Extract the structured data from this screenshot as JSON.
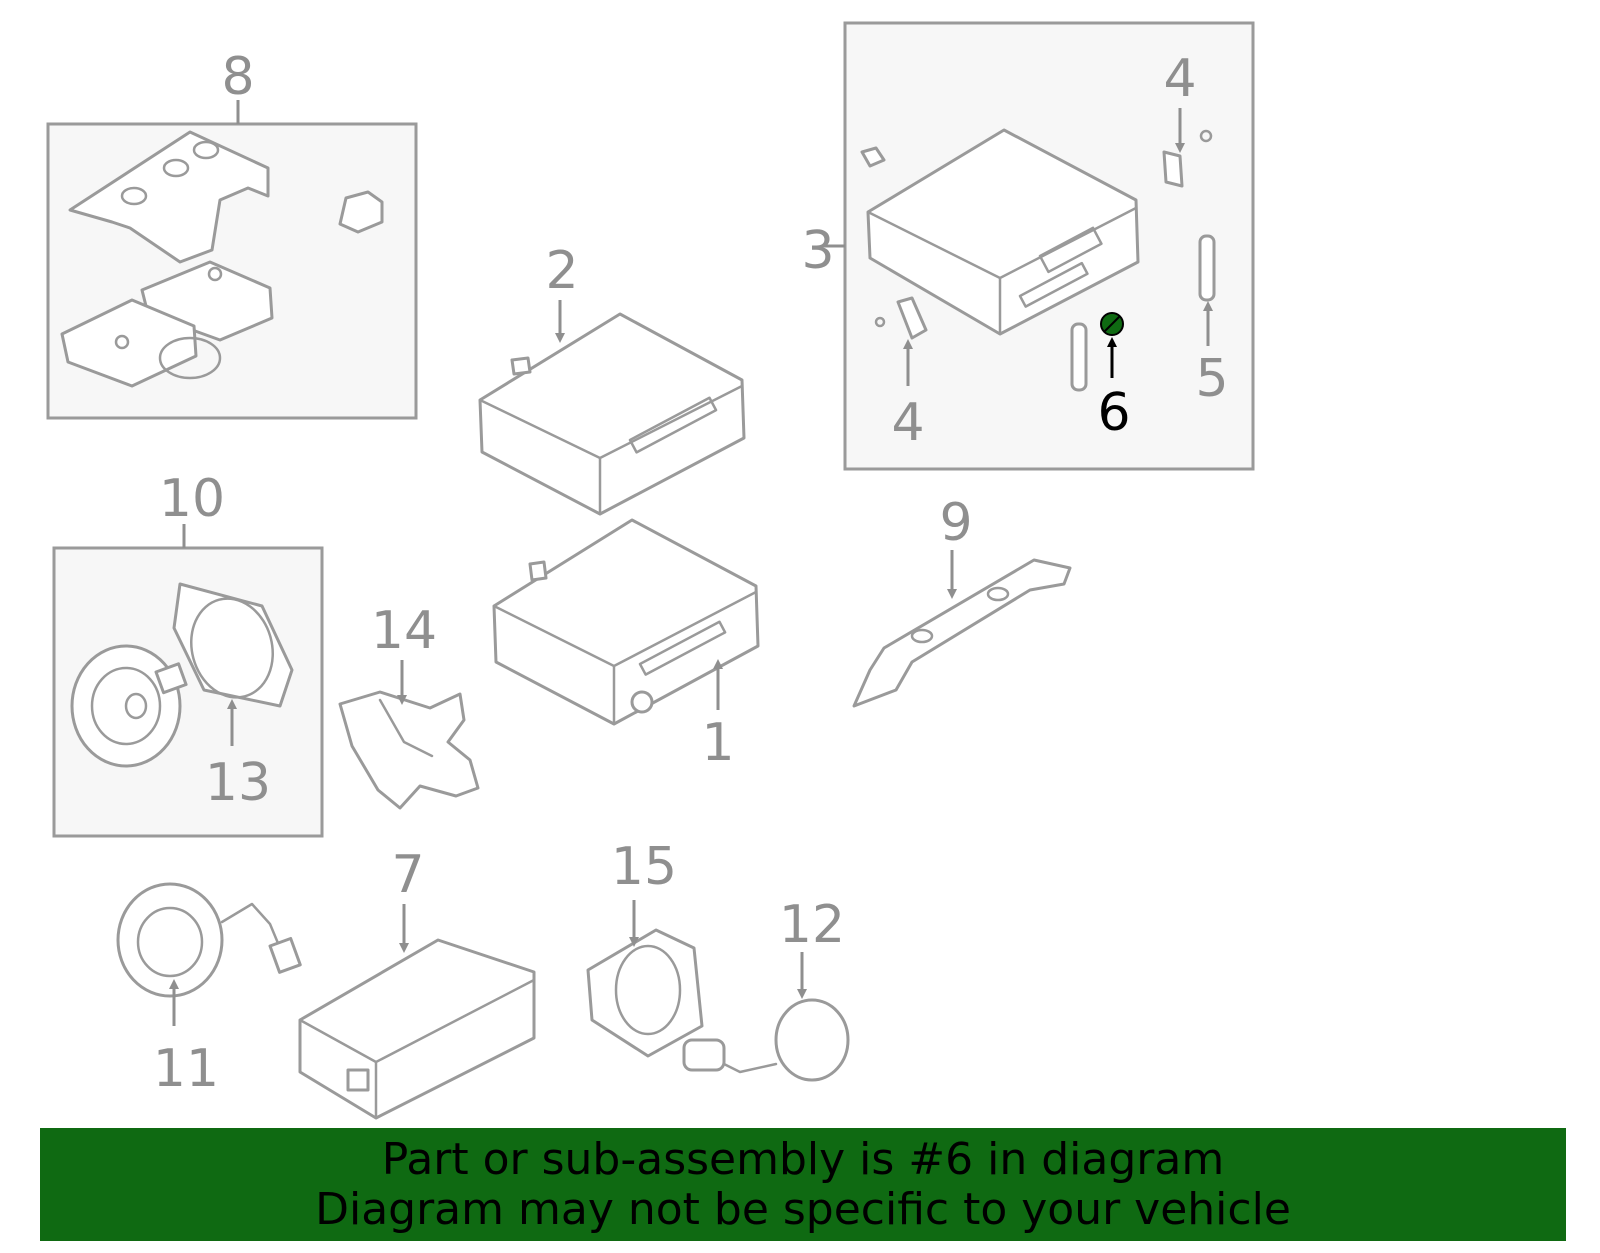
{
  "diagram": {
    "callouts": {
      "c1": "1",
      "c2": "2",
      "c3": "3",
      "c4a": "4",
      "c4b": "4",
      "c5": "5",
      "c6": "6",
      "c7": "7",
      "c8": "8",
      "c9": "9",
      "c10": "10",
      "c11": "11",
      "c12": "12",
      "c13": "13",
      "c14": "14",
      "c15": "15"
    },
    "highlighted_part": "6",
    "highlight_color": "#0f6a12",
    "line_color": "#9a9a9a",
    "box_fill": "#f7f7f7"
  },
  "banner": {
    "line1": "Part or sub-assembly is #6 in diagram",
    "line2": "Diagram may not be specific to your vehicle",
    "background": "#0f6a12"
  }
}
